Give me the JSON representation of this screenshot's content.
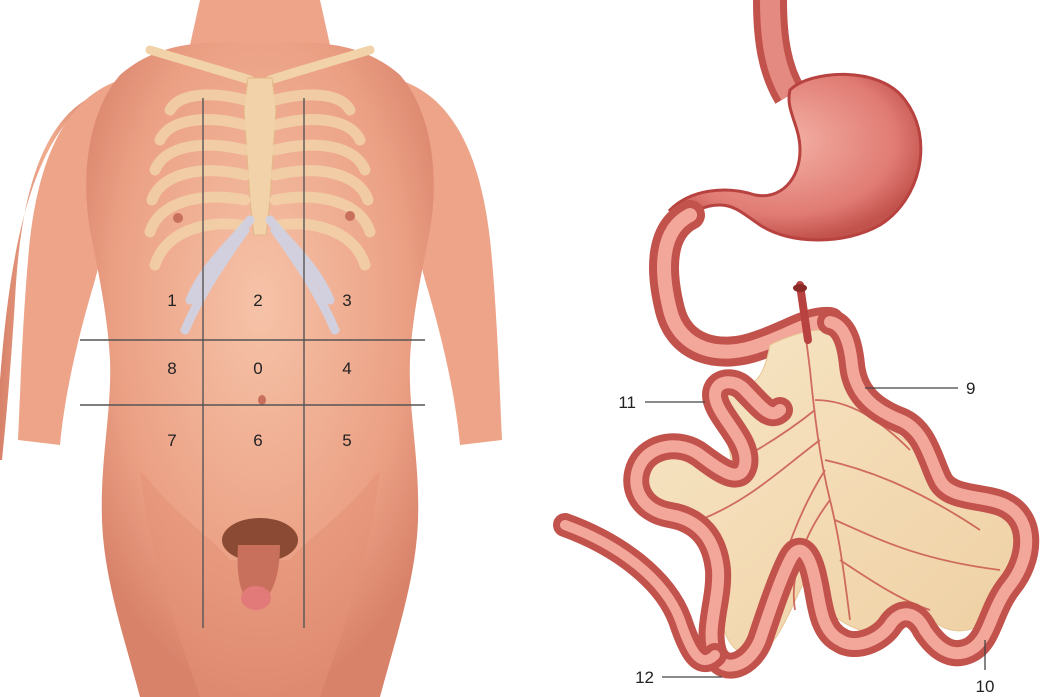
{
  "colors": {
    "skin_light": "#f4b79a",
    "skin_mid": "#e9977b",
    "skin_dark": "#d5795d",
    "rib": "#f2d2a8",
    "cartilage": "#cfd3e6",
    "gut_wall": "#d9645f",
    "gut_lumen": "#f3a79a",
    "gut_dark": "#b7423f",
    "mesentery": "#f4dfbb",
    "vessel": "#c9574f",
    "line": "#555555",
    "text": "#222222"
  },
  "abdominal_regions": [
    {
      "label": "1"
    },
    {
      "label": "2"
    },
    {
      "label": "3"
    },
    {
      "label": "8"
    },
    {
      "label": "0"
    },
    {
      "label": "4"
    },
    {
      "label": "7"
    },
    {
      "label": "6"
    },
    {
      "label": "5"
    }
  ],
  "intestine_callouts": [
    {
      "label": "9"
    },
    {
      "label": "11"
    },
    {
      "label": "12"
    },
    {
      "label": "10"
    }
  ]
}
